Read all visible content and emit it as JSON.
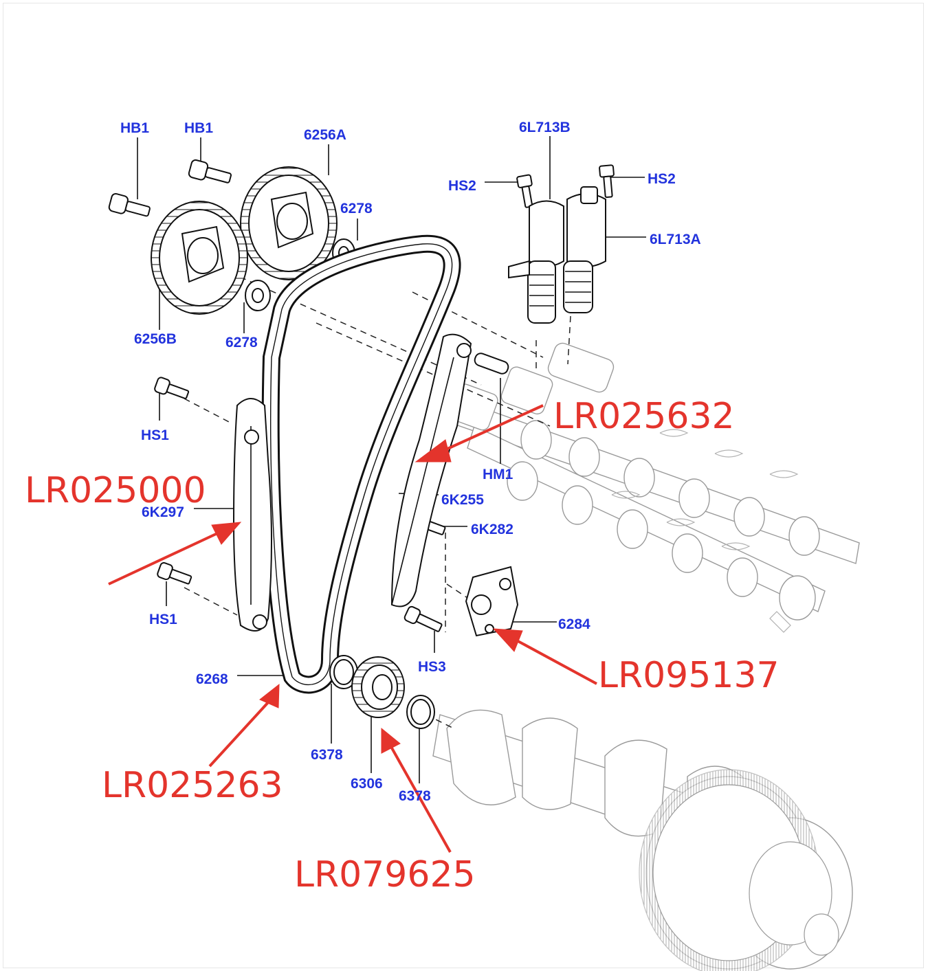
{
  "callouts": {
    "hb1_a": "HB1",
    "hb1_b": "HB1",
    "c6256a": "6256A",
    "c6278_top": "6278",
    "c6256b": "6256B",
    "c6278_bottom": "6278",
    "c6l713b": "6L713B",
    "hs2_left": "HS2",
    "hs2_right": "HS2",
    "c6l713a": "6L713A",
    "hs1_top": "HS1",
    "c6k297": "6K297",
    "hs1_bottom": "HS1",
    "hm1": "HM1",
    "c6k255": "6K255",
    "c6k282": "6K282",
    "c6284": "6284",
    "hs3": "HS3",
    "c6268": "6268",
    "c6378_a": "6378",
    "c6306": "6306",
    "c6378_b": "6378"
  },
  "part_numbers": {
    "lr025632": "LR025632",
    "lr025000": "LR025000",
    "lr095137": "LR095137",
    "lr025263": "LR025263",
    "lr079625": "LR079625"
  },
  "colors": {
    "callout": "#2233dd",
    "part_number": "#e4342c",
    "linework": "#111111"
  }
}
